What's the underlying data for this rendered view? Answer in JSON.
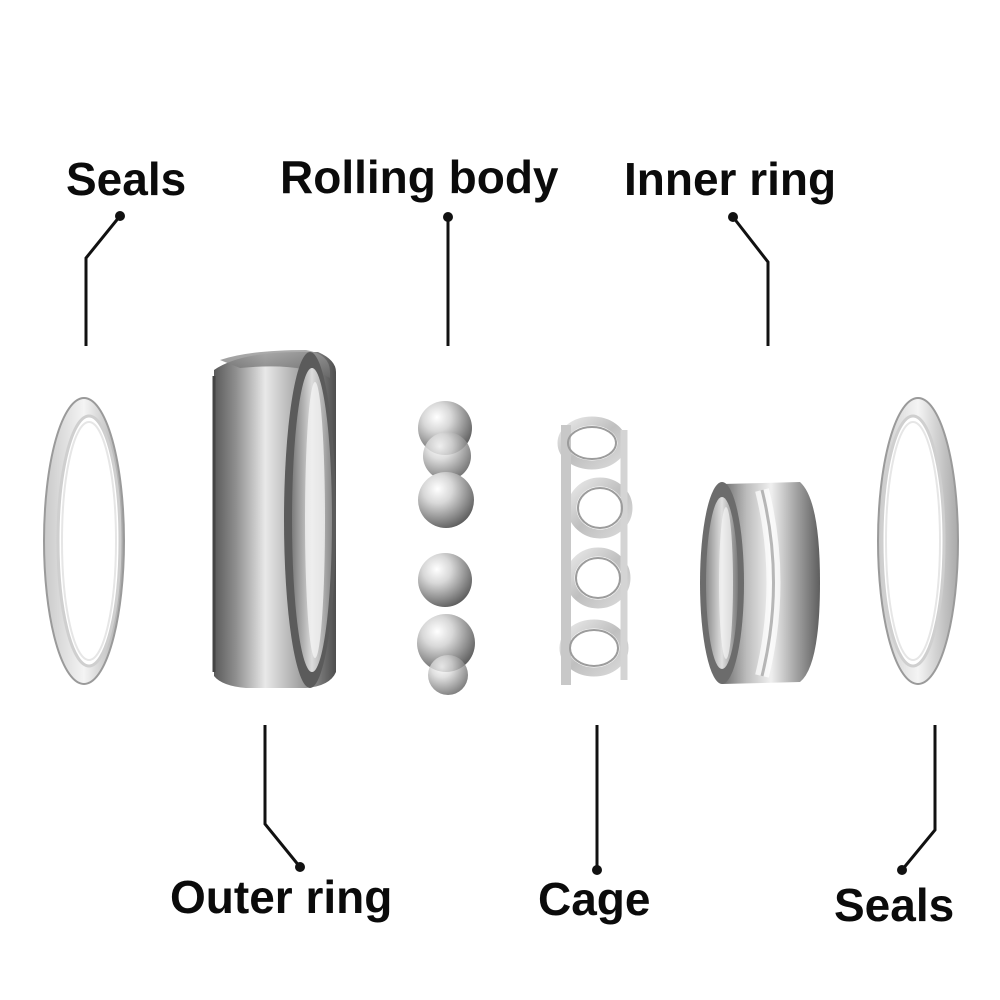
{
  "labels": {
    "seals_left": "Seals",
    "rolling_body": "Rolling body",
    "inner_ring": "Inner ring",
    "outer_ring": "Outer ring",
    "cage": "Cage",
    "seals_right": "Seals"
  },
  "colors": {
    "label": "#0b0b0b",
    "leader_line": "#111111",
    "steel_light": "#f2f2f2",
    "steel_mid": "#b9b9b9",
    "steel_dark": "#6e6e6e",
    "background": "#ffffff"
  }
}
